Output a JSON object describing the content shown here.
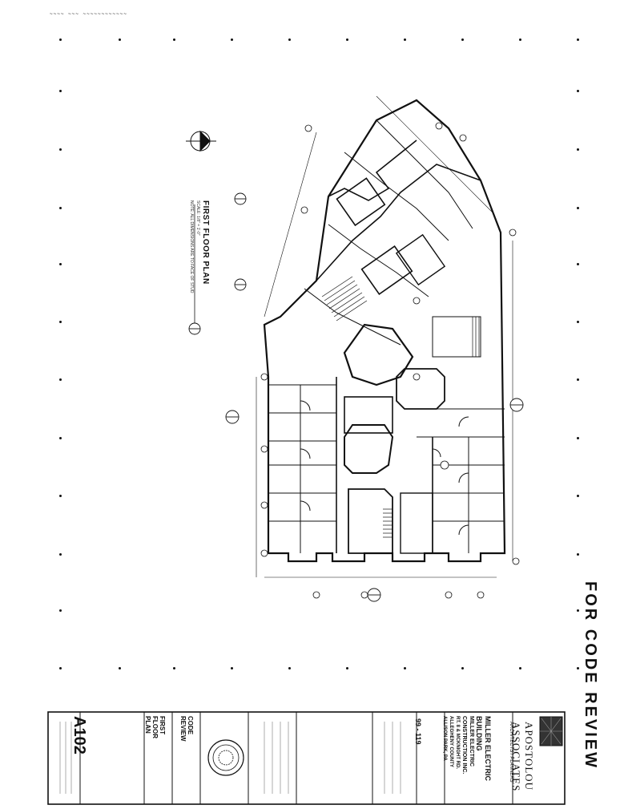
{
  "sheet": {
    "fax_header": "~~~~ ~~~ ~~~~~~~~~~~~",
    "plan_title": "FIRST FLOOR PLAN",
    "plan_scale": "SCALE: 1/8\" = 1'-0\"",
    "plan_note": "NOTE: ALL DIMENSIONS ARE TO FACE OF STUD",
    "stamp_text": "FOR CODE REVIEW"
  },
  "title_block": {
    "firm_line1": "APOSTOLOU",
    "firm_line2": "ASSOCIATES",
    "firm_line3": "ARCHITECTS / PLANNERS",
    "project_line1": "MILLER ELECTRIC",
    "project_line2": "BUILDING",
    "project_line3": "MILLER ELECTRIC",
    "project_line4": "CONSTRUCTION INC.",
    "project_line5": "RT. 8 & MCKNIGHT RD.",
    "project_line6": "ALLEGHENY COUNTY",
    "project_line7": "ALLISON PARK, PA",
    "job_number": "99 - 119",
    "sheet_title1": "CODE",
    "sheet_title2": "REVIEW",
    "sheet_desc1": "FIRST",
    "sheet_desc2": "FLOOR",
    "sheet_desc3": "PLAN",
    "sheet_number": "A102"
  },
  "colors": {
    "ink": "#111111",
    "paper": "#ffffff"
  },
  "icons": [
    "north-arrow-icon",
    "section-marker-icon",
    "architect-seal-icon"
  ]
}
